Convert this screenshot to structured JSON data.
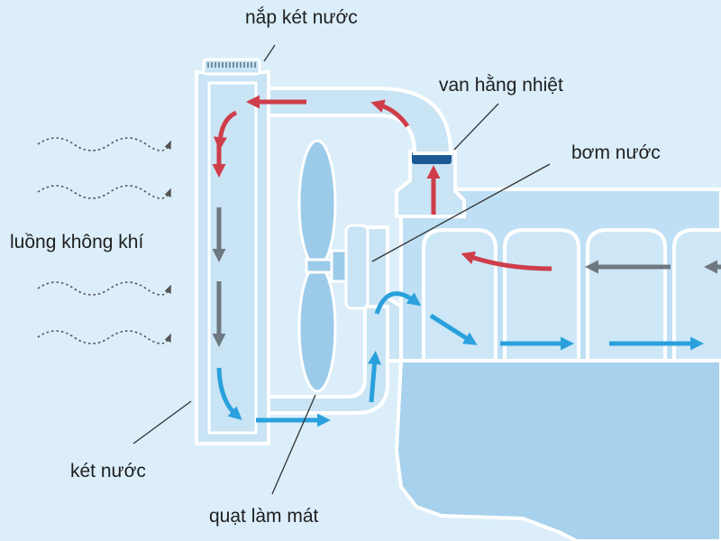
{
  "labels": {
    "radiator_cap": "nắp két nước",
    "thermostat": "van hằng nhiệt",
    "water_pump": "bơm nước",
    "airflow": "luồng không khí",
    "radiator": "két nước",
    "cooling_fan": "quạt làm mát"
  },
  "icons": [
    "airflow-wave-icon",
    "flow-arrow-icon"
  ],
  "colors": {
    "background": "#dbeefa",
    "part_fill": "#c9e4f4",
    "part_stroke": "#ffffff",
    "engine_block": "#a7d1ec",
    "fan_blade": "#9ccbea",
    "hot_flow": "#cf3d4a",
    "cooling_flow": "#6e7880",
    "cold_flow": "#2aa1dc",
    "thermostat_cap": "#1b5a94",
    "leader_line": "#333333",
    "airflow_wave": "#555555"
  }
}
